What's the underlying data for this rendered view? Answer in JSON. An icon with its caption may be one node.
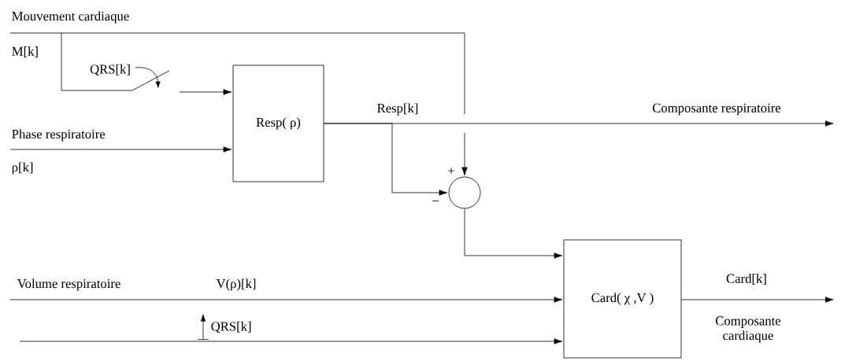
{
  "diagram": {
    "nodes": [
      {
        "text": [
          "Resp( ρ)"
        ]
      },
      {
        "text": [],
        "shape": "circle"
      },
      {
        "text": [
          "Card( χ ,V )"
        ]
      }
    ],
    "edges": [
      {
        "from": null,
        "to": 0,
        "arrow": "to"
      },
      {
        "from": null,
        "to": 1,
        "arrow": "to"
      },
      {
        "from": null,
        "to": 0,
        "arrow": "to"
      },
      {
        "from": 0,
        "to": null,
        "arrow": "to"
      },
      {
        "from": 0,
        "to": 1,
        "arrow": "to"
      },
      {
        "from": 1,
        "to": 2,
        "arrow": "to"
      },
      {
        "from": null,
        "to": 2,
        "arrow": "to"
      },
      {
        "from": null,
        "to": 2,
        "arrow": "to"
      },
      {
        "from": 2,
        "to": null,
        "arrow": "to"
      }
    ],
    "labels": [
      "Mouvement cardiaque",
      "M[k]",
      "QRS[k]",
      "Phase respiratoire",
      "ρ[k]",
      "Resp[k]",
      "Composante respiratoire",
      "+",
      "−",
      "Volume respiratoire",
      "V(ρ)[k]",
      "QRS[k]",
      "Card[k]",
      "Composante cardiaque"
    ]
  }
}
